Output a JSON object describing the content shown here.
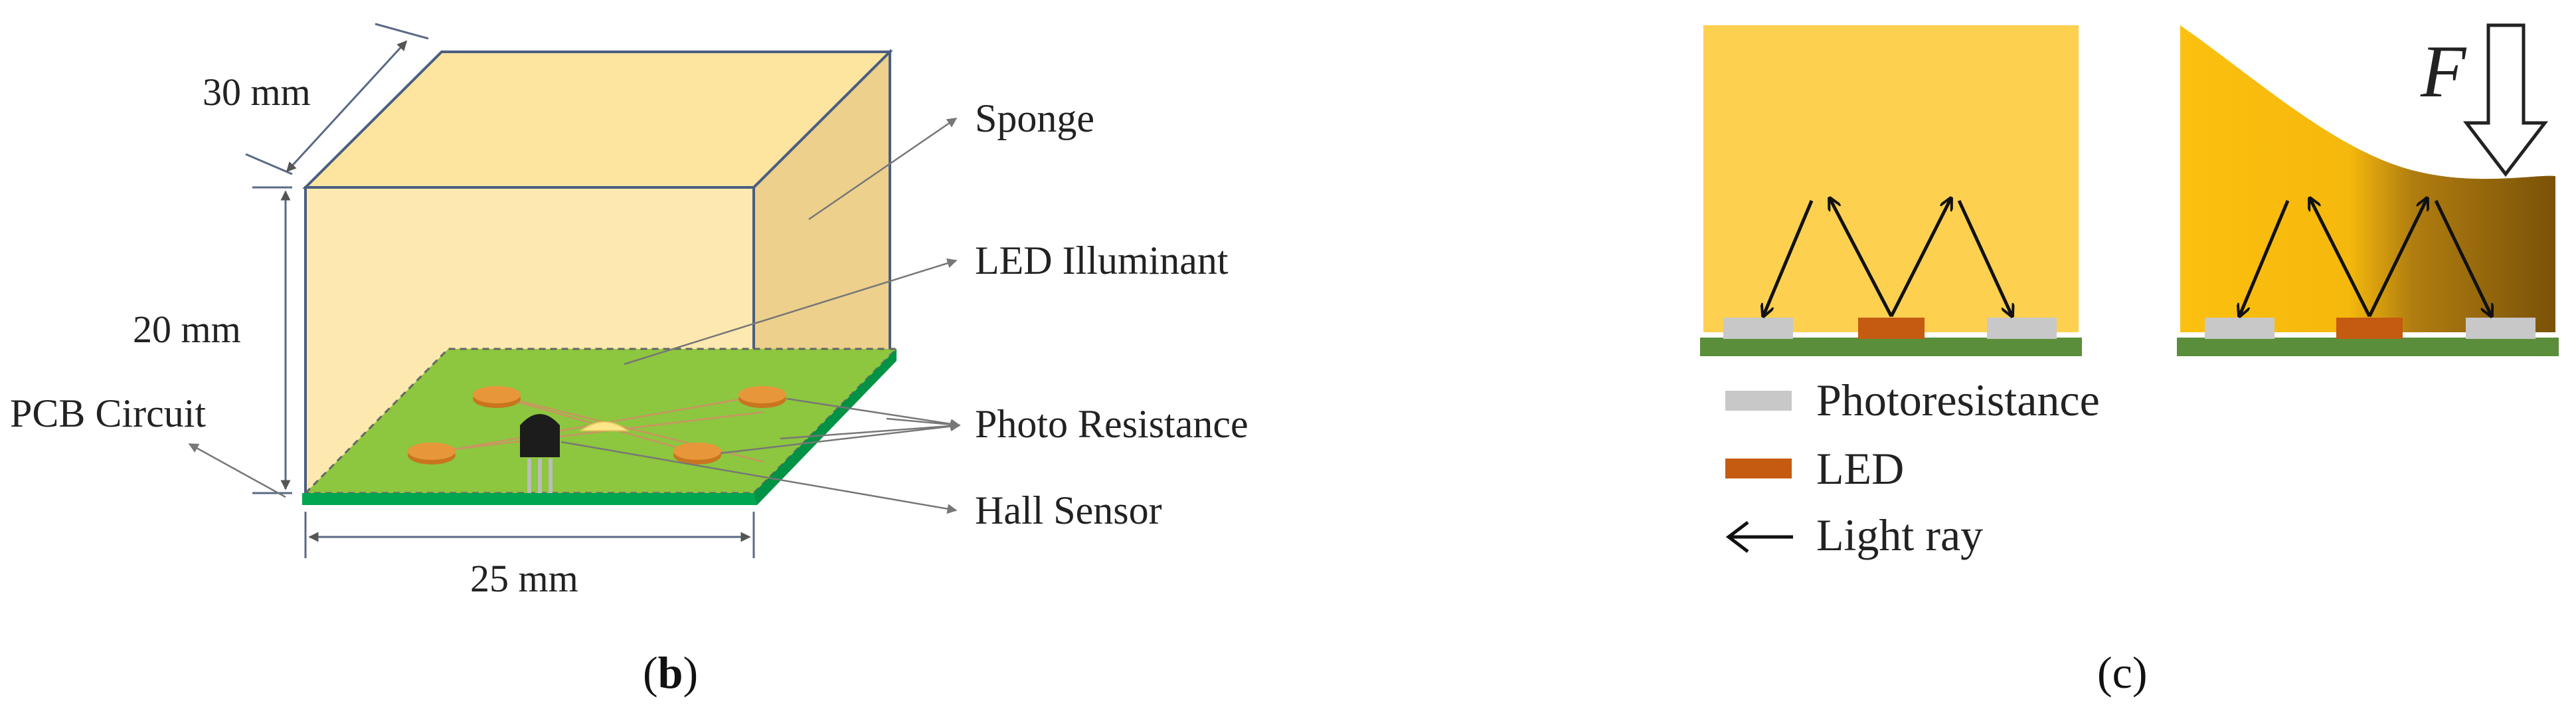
{
  "panel_b": {
    "caption": "b",
    "dimensions": {
      "depth": "30 mm",
      "height": "20 mm",
      "width": "25 mm"
    },
    "labels": {
      "sponge": "Sponge",
      "led_illuminant": "LED Illuminant",
      "photo_resistance": "Photo Resistance",
      "hall_sensor": "Hall Sensor",
      "pcb_circuit": "PCB Circuit"
    },
    "colors": {
      "sponge": "#fde9a6",
      "pcb_top": "#8cc63f",
      "pcb_edge": "#00a651",
      "photoresistor": "#e08a2a",
      "hall_sensor": "#222222"
    }
  },
  "panel_c": {
    "caption": "c",
    "force_symbol": "F",
    "legend": [
      {
        "key": "photoresistance",
        "label": "Photoresistance",
        "color": "#c8c8c8"
      },
      {
        "key": "led",
        "label": "LED",
        "color": "#c55a11"
      },
      {
        "key": "light_ray",
        "label": "Light ray",
        "icon": "left-arrow-icon"
      }
    ],
    "colors": {
      "sponge_relaxed": "#fdd050",
      "sponge_compressed": "#fcc010",
      "board": "#5a8e3a"
    }
  }
}
